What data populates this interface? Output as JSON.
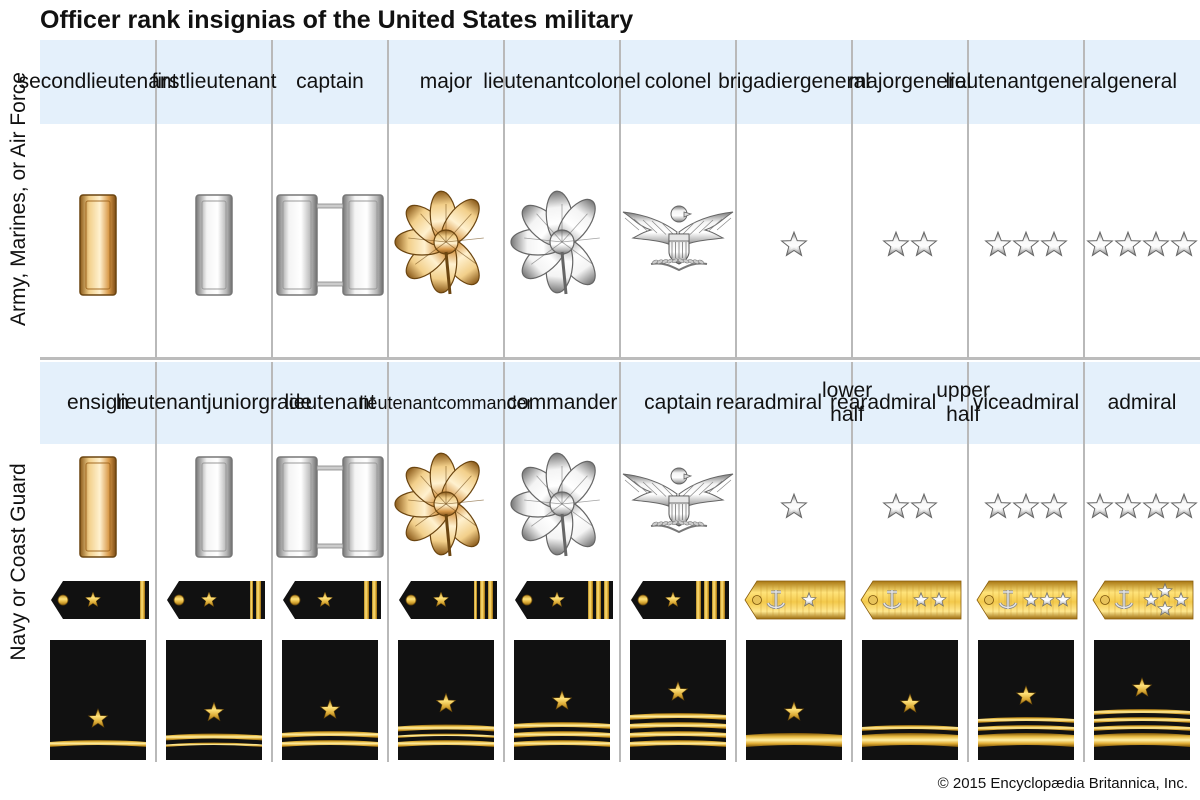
{
  "title": "Officer rank insignias of the United States military",
  "credit": "© 2015 Encyclopædia Britannica, Inc.",
  "sections": {
    "army": {
      "label": "Army, Marines, or Air Force",
      "ranks": [
        "second lieutenant",
        "first lieutenant",
        "captain",
        "major",
        "lieutenant colonel",
        "colonel",
        "brigadier general",
        "major general",
        "lieutenant general",
        "general"
      ]
    },
    "navy": {
      "label": "Navy or Coast Guard",
      "ranks": [
        "ensign",
        "lieutenant junior grade",
        "lieutenant",
        "lieutenant commander",
        "commander",
        "captain",
        "rear admiral lower half",
        "rear admiral upper half",
        "vice admiral",
        "admiral"
      ]
    }
  },
  "insignia_types": [
    "gold-bar",
    "silver-bar",
    "silver-double-bar",
    "gold-oak-leaf",
    "silver-oak-leaf",
    "silver-eagle",
    "stars-1",
    "stars-2",
    "stars-3",
    "stars-4"
  ],
  "navy_sleeve_stripes": [
    1,
    1.5,
    2,
    2.5,
    3,
    4,
    1,
    2,
    3,
    4
  ],
  "colors": {
    "header_bg": "#e4f0fb",
    "gold": "#d9ad3c",
    "silver": "#c8c8c8",
    "board_black": "#111111"
  }
}
